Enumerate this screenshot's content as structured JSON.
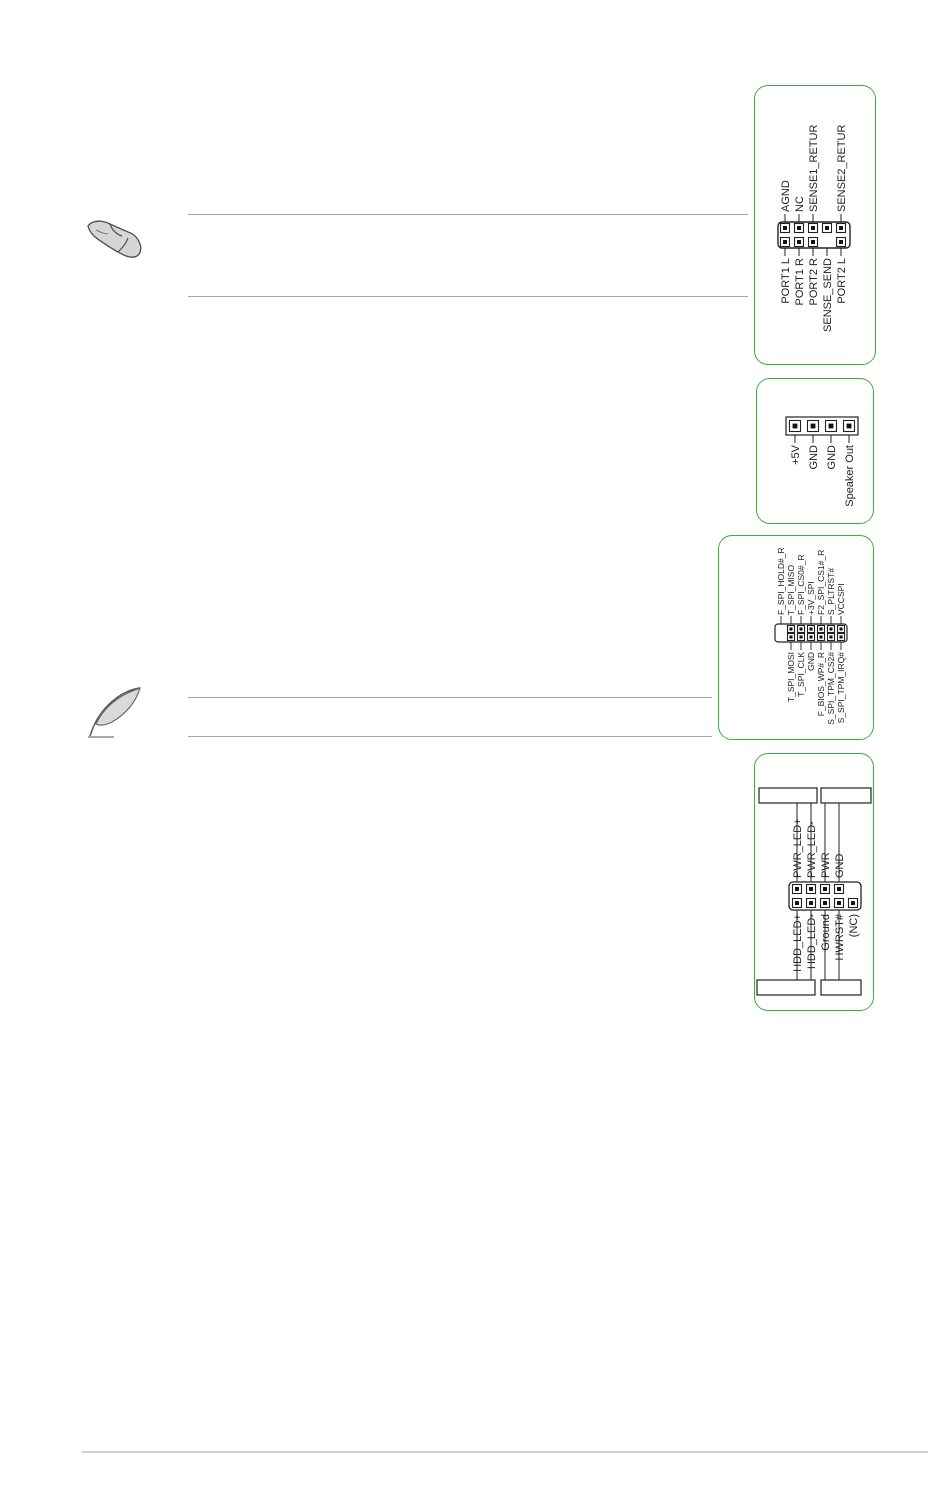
{
  "aafp_header": {
    "left_labels": [
      "PORT1 L",
      "PORT1 R",
      "PORT2 R",
      "SENSE_SEND",
      "PORT2 L"
    ],
    "right_labels": [
      "AGND",
      "NC",
      "SENSE1_RETUR",
      "",
      "SENSE2_RETUR"
    ]
  },
  "speaker_header": {
    "labels": [
      "+5V",
      "GND",
      "GND",
      "Speaker Out"
    ]
  },
  "tpm_header": {
    "top_labels": [
      "F_SPI_HOLD#_R",
      "T_SPI_MISO",
      "F_SPI_CS0#_R",
      "+3V_SPI",
      "F2_SPI_CS1#_R",
      "S_PLTRST#",
      "VCCSPI"
    ],
    "bottom_labels": [
      "T_SPI_MOSI",
      "T_SPI_CLK",
      "GND",
      "F_BIOS_WP#_R",
      "S_SPI_TPM_CS2#",
      "S_SPI_TPM_IRQ#"
    ]
  },
  "panel_header": {
    "top_labels": [
      "PWR_LED+",
      "PWR_LED-",
      "PWR",
      "GND"
    ],
    "bottom_labels": [
      "HDD_LED+",
      "HDD_LED-",
      "Ground",
      "HWRST#",
      "(NC)"
    ]
  },
  "icons": {
    "hand": "hand-pointer-icon",
    "feather": "feather-note-icon"
  }
}
